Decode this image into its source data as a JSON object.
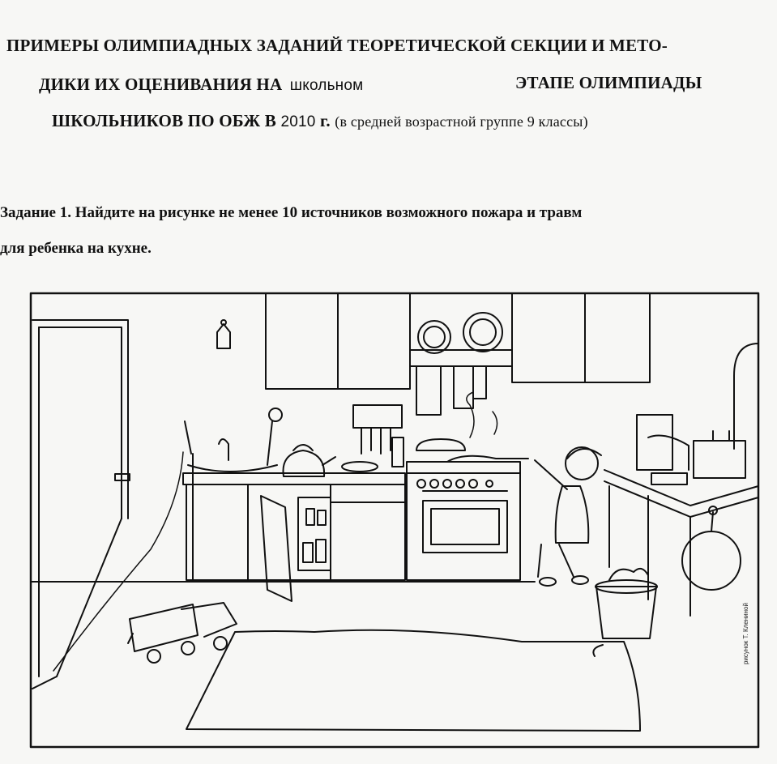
{
  "header": {
    "line1": "ПРИМЕРЫ ОЛИМПИАДНЫХ ЗАДАНИЙ ТЕОРЕТИЧЕСКОЙ СЕКЦИИ И МЕТО-",
    "line2_bold": "ДИКИ ИХ ОЦЕНИВАНИЯ  НА",
    "line2_level": "школьном",
    "line2_end": "ЭТАПЕ ОЛИМПИАДЫ",
    "line3_bold": "ШКОЛЬНИКОВ ПО ОБЖ В",
    "line3_year": "2010",
    "line3_g": "г.",
    "line3_note": "(в средней возрастной группе 9 классы)"
  },
  "task": {
    "line1": "Задание 1. Найдите на рисунке не менее 10 источников возможного пожара и травм",
    "line2": "для ребенка на кухне."
  },
  "illustration": {
    "credit": "рисунок Т. Клениной",
    "icons": [
      "door-icon",
      "wall-lamp-icon",
      "wall-cabinets-icon",
      "plates-icon",
      "towels-icon",
      "sink-icon",
      "kettle-icon",
      "knife-rack-icon",
      "stove-icon",
      "oven-icon",
      "open-cabinet-icon",
      "child-icon",
      "mixer-icon",
      "toaster-icon",
      "wall-clock-icon",
      "trash-bin-icon",
      "toy-truck-icon",
      "rug-icon",
      "power-cord-icon"
    ]
  }
}
